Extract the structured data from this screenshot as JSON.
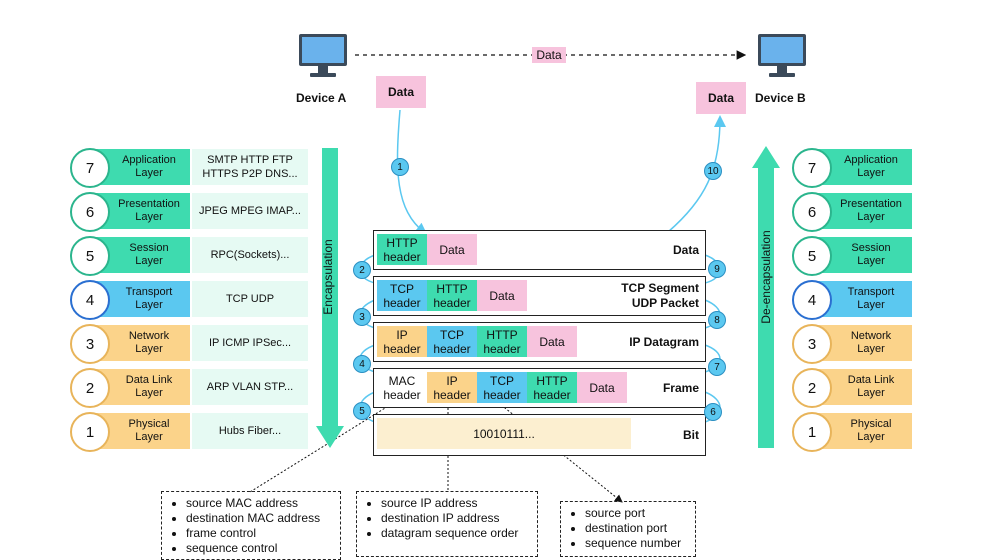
{
  "colors": {
    "green": "#3edbaf",
    "blue": "#5bc8f0",
    "yellow": "#fbd38a",
    "pink": "#f7c3dd",
    "bit": "#fcefd0"
  },
  "top": {
    "device_a": "Device A",
    "device_b": "Device B",
    "data_link_label": "Data",
    "data_a": "Data",
    "data_b": "Data"
  },
  "left_layers": [
    {
      "num": "7",
      "name": "Application\nLayer",
      "proto": "SMTP HTTP FTP\nHTTPS P2P DNS...",
      "color": "green"
    },
    {
      "num": "6",
      "name": "Presentation\nLayer",
      "proto": "JPEG MPEG IMAP...",
      "color": "green"
    },
    {
      "num": "5",
      "name": "Session\nLayer",
      "proto": "RPC(Sockets)...",
      "color": "green"
    },
    {
      "num": "4",
      "name": "Transport\nLayer",
      "proto": "TCP UDP",
      "color": "blue"
    },
    {
      "num": "3",
      "name": "Network\nLayer",
      "proto": "IP ICMP IPSec...",
      "color": "yellow"
    },
    {
      "num": "2",
      "name": "Data Link\nLayer",
      "proto": "ARP VLAN STP...",
      "color": "yellow"
    },
    {
      "num": "1",
      "name": "Physical\nLayer",
      "proto": "Hubs Fiber...",
      "color": "yellow"
    }
  ],
  "right_layers": [
    {
      "num": "7",
      "name": "Application\nLayer",
      "color": "green"
    },
    {
      "num": "6",
      "name": "Presentation\nLayer",
      "color": "green"
    },
    {
      "num": "5",
      "name": "Session\nLayer",
      "color": "green"
    },
    {
      "num": "4",
      "name": "Transport\nLayer",
      "color": "blue"
    },
    {
      "num": "3",
      "name": "Network\nLayer",
      "color": "yellow"
    },
    {
      "num": "2",
      "name": "Data Link\nLayer",
      "color": "yellow"
    },
    {
      "num": "1",
      "name": "Physical\nLayer",
      "color": "yellow"
    }
  ],
  "encapsulation_label": "Encapsulation",
  "deencapsulation_label": "De-encapsulation",
  "stack": [
    {
      "label": "Data",
      "cells": [
        {
          "text": "HTTP\nheader",
          "color": "green"
        },
        {
          "text": "Data",
          "color": "pink"
        }
      ]
    },
    {
      "label": "TCP Segment\nUDP Packet",
      "cells": [
        {
          "text": "TCP\nheader",
          "color": "blue"
        },
        {
          "text": "HTTP\nheader",
          "color": "green"
        },
        {
          "text": "Data",
          "color": "pink"
        }
      ]
    },
    {
      "label": "IP Datagram",
      "cells": [
        {
          "text": "IP\nheader",
          "color": "yellow"
        },
        {
          "text": "TCP\nheader",
          "color": "blue"
        },
        {
          "text": "HTTP\nheader",
          "color": "green"
        },
        {
          "text": "Data",
          "color": "pink"
        }
      ]
    },
    {
      "label": "Frame",
      "cells": [
        {
          "text": "MAC\nheader",
          "color": "none"
        },
        {
          "text": "IP\nheader",
          "color": "yellow"
        },
        {
          "text": "TCP\nheader",
          "color": "blue"
        },
        {
          "text": "HTTP\nheader",
          "color": "green"
        },
        {
          "text": "Data",
          "color": "pink"
        }
      ]
    },
    {
      "label": "Bit",
      "cells": [
        {
          "text": "10010111...",
          "color": "bit"
        }
      ]
    }
  ],
  "steps_left": [
    "1",
    "2",
    "3",
    "4",
    "5"
  ],
  "steps_right": [
    "6",
    "7",
    "8",
    "9",
    "10"
  ],
  "details": {
    "mac": [
      "source MAC address",
      "destination MAC address",
      "frame control",
      "sequence control"
    ],
    "ip": [
      "source IP address",
      "destination IP address",
      "datagram sequence order"
    ],
    "tcp": [
      "source port",
      "destination port",
      "sequence number"
    ]
  }
}
